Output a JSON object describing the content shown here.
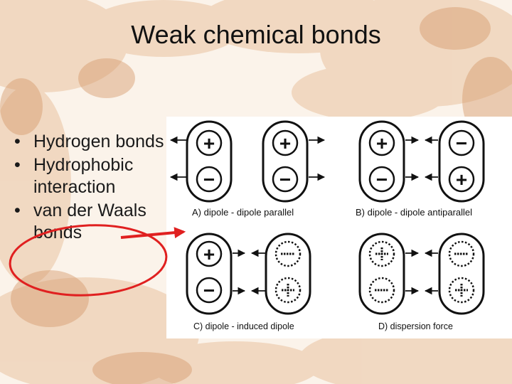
{
  "slide": {
    "title": "Weak chemical bonds",
    "bullets": [
      {
        "marker": "•",
        "text": "Hydrogen bonds"
      },
      {
        "marker": "•",
        "text": "Hydrophobic interaction"
      },
      {
        "marker": "•",
        "text": "van der Waals bonds"
      }
    ]
  },
  "diagram": {
    "symbols": {
      "plus": "+",
      "minus": "−"
    },
    "panels": [
      {
        "caption": "A) dipole - dipole parallel"
      },
      {
        "caption": "B) dipole - dipole antiparallel"
      },
      {
        "caption": "C) dipole - induced dipole"
      },
      {
        "caption": "D)  dispersion force"
      }
    ]
  },
  "colors": {
    "highlight": "#e02020",
    "panel_bg": "#ffffff",
    "ink": "#111111",
    "bg_pattern": "#c9763a"
  }
}
